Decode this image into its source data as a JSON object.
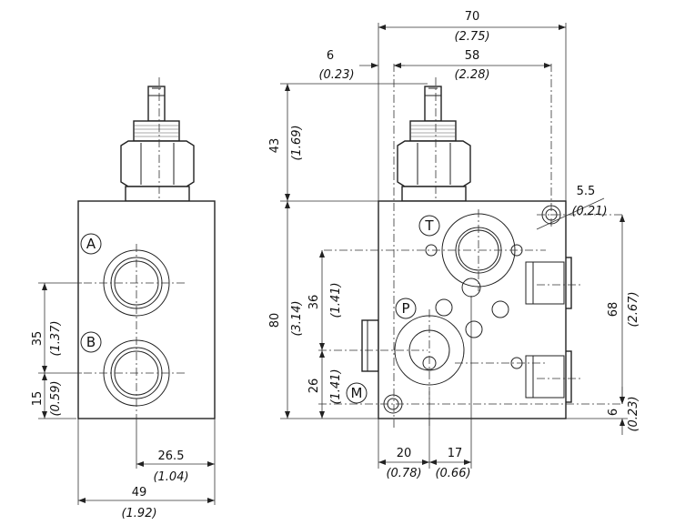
{
  "dimensions": {
    "left_view": {
      "overall_width": {
        "mm": "49",
        "in": "(1.92)"
      },
      "port_offset": {
        "mm": "26.5",
        "in": "(1.04)"
      },
      "port_spacing": {
        "mm": "35",
        "in": "(1.37)"
      },
      "port_b_height": {
        "mm": "15",
        "in": "(0.59)"
      }
    },
    "right_view": {
      "overall_width": {
        "mm": "70",
        "in": "(2.75)"
      },
      "hole_offset": {
        "mm": "6",
        "in": "(0.23)"
      },
      "hole_spacing": {
        "mm": "58",
        "in": "(2.28)"
      },
      "adjuster_height": {
        "mm": "43",
        "in": "(1.69)"
      },
      "body_height": {
        "mm": "80",
        "in": "(3.14)"
      },
      "port_t_height": {
        "mm": "36",
        "in": "(1.41)"
      },
      "port_m_height": {
        "mm": "26",
        "in": "(1.41)"
      },
      "mount_hole_diameter": {
        "mm": "5.5",
        "in": "(0.21)"
      },
      "mount_hole_spacing": {
        "mm": "68",
        "in": "(2.67)"
      },
      "bottom_offset": {
        "mm": "6",
        "in": "(0.23)"
      },
      "p_x_offset": {
        "mm": "20",
        "in": "(0.78)"
      },
      "p_spacing": {
        "mm": "17",
        "in": "(0.66)"
      }
    }
  },
  "ports": {
    "a": "A",
    "b": "B",
    "t": "T",
    "p": "P",
    "m": "M"
  }
}
